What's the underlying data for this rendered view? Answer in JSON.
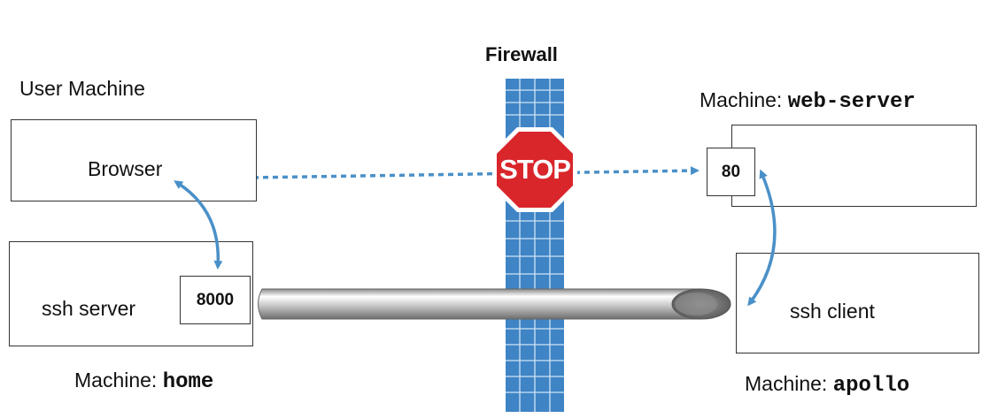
{
  "firewall": {
    "title": "Firewall",
    "stop_sign_text": "STOP"
  },
  "user_machine": {
    "title": "User Machine",
    "browser_label": "Browser"
  },
  "home_machine": {
    "prefix": "Machine: ",
    "name": "home",
    "server_label": "ssh server",
    "port": "8000"
  },
  "web_server_machine": {
    "prefix": "Machine: ",
    "name": "web-server",
    "port": "80"
  },
  "apollo_machine": {
    "prefix": "Machine: ",
    "name": "apollo",
    "client_label": "ssh client"
  },
  "colors": {
    "arrow": "#4a90c8",
    "firewall": "#3f84c5",
    "firewall_lines": "#cfe3f5",
    "stop": "#d9262b",
    "tunnel": "#b5b5b5"
  }
}
